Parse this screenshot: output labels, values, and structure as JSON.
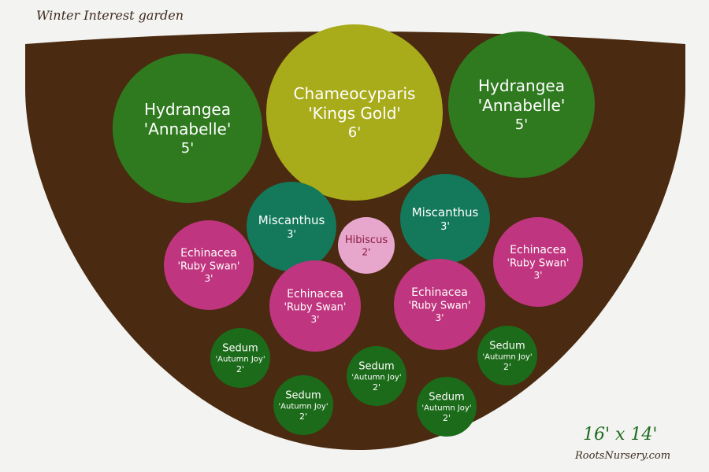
{
  "title": "Winter Interest garden",
  "dimensions": "16' x 14'",
  "credit": "RootsNursery.com",
  "colors": {
    "background": "#f3f3f1",
    "bed": "#4a2a10",
    "hydrangea": "#2f7a1f",
    "chamaecyparis": "#a8ab1a",
    "miscanthus": "#13795a",
    "hibiscus": "#e7a6cc",
    "echinacea": "#c0357f",
    "sedum": "#1c6b1a"
  },
  "plants": [
    {
      "id": "hydrangea-left",
      "lines": [
        "Hydrangea",
        "'Annabelle'",
        "5'"
      ],
      "color": "#2f7a1f",
      "text": "light"
    },
    {
      "id": "chamaecyparis",
      "lines": [
        "Chameocyparis",
        "'Kings Gold'",
        "6'"
      ],
      "color": "#a8ab1a",
      "text": "light"
    },
    {
      "id": "hydrangea-right",
      "lines": [
        "Hydrangea",
        "'Annabelle'",
        "5'"
      ],
      "color": "#2f7a1f",
      "text": "light"
    },
    {
      "id": "miscanthus-left",
      "lines": [
        "Miscanthus",
        "3'"
      ],
      "color": "#13795a",
      "text": "light"
    },
    {
      "id": "hibiscus",
      "lines": [
        "Hibiscus",
        "2'"
      ],
      "color": "#e7a6cc",
      "text": "dark"
    },
    {
      "id": "miscanthus-right",
      "lines": [
        "Miscanthus",
        "3'"
      ],
      "color": "#13795a",
      "text": "light"
    },
    {
      "id": "echinacea-1",
      "lines": [
        "Echinacea",
        "'Ruby Swan'",
        "3'"
      ],
      "color": "#c0357f",
      "text": "light"
    },
    {
      "id": "echinacea-2",
      "lines": [
        "Echinacea",
        "'Ruby Swan'",
        "3'"
      ],
      "color": "#c0357f",
      "text": "light"
    },
    {
      "id": "echinacea-3",
      "lines": [
        "Echinacea",
        "'Ruby Swan'",
        "3'"
      ],
      "color": "#c0357f",
      "text": "light"
    },
    {
      "id": "echinacea-4",
      "lines": [
        "Echinacea",
        "'Ruby Swan'",
        "3'"
      ],
      "color": "#c0357f",
      "text": "light"
    },
    {
      "id": "sedum-1",
      "lines": [
        "Sedum",
        "'Autumn Joy'",
        "2'"
      ],
      "color": "#1c6b1a",
      "text": "light"
    },
    {
      "id": "sedum-2",
      "lines": [
        "Sedum",
        "'Autumn Joy'",
        "2'"
      ],
      "color": "#1c6b1a",
      "text": "light"
    },
    {
      "id": "sedum-3",
      "lines": [
        "Sedum",
        "'Autumn Joy'",
        "2'"
      ],
      "color": "#1c6b1a",
      "text": "light"
    },
    {
      "id": "sedum-4",
      "lines": [
        "Sedum",
        "'Autumn Joy'",
        "2'"
      ],
      "color": "#1c6b1a",
      "text": "light"
    },
    {
      "id": "sedum-5",
      "lines": [
        "Sedum",
        "'Autumn Joy'",
        "2'"
      ],
      "color": "#1c6b1a",
      "text": "light"
    }
  ]
}
